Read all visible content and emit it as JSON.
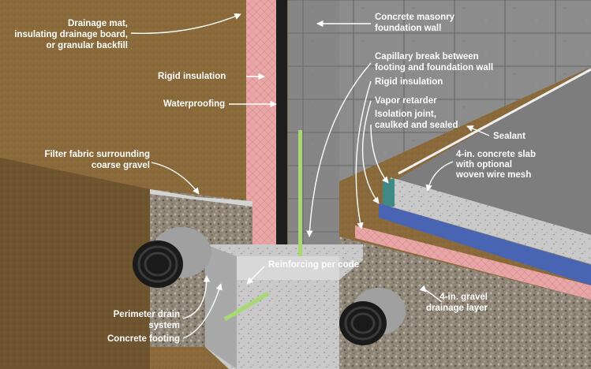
{
  "labels": {
    "drainage_mat_1": "Drainage mat,",
    "drainage_mat_2": "insulating drainage board,",
    "drainage_mat_3": "or granular backfill",
    "rigid_insulation_left": "Rigid insulation",
    "waterproofing": "Waterproofing",
    "filter_fabric_1": "Filter fabric surrounding",
    "filter_fabric_2": "coarse gravel",
    "perimeter_drain_1": "Perimeter drain",
    "perimeter_drain_2": "system",
    "concrete_footing": "Concrete footing",
    "masonry_wall_1": "Concrete masonry",
    "masonry_wall_2": "foundation wall",
    "capillary_break_1": "Capillary break between",
    "capillary_break_2": "footing and foundation wall",
    "rigid_insulation_right": "Rigid insulation",
    "vapor_retarder": "Vapor retarder",
    "isolation_joint_1": "Isolation joint,",
    "isolation_joint_2": "caulked and sealed",
    "sealant": "Sealant",
    "slab_1": "4-in. concrete slab",
    "slab_2": "with optional",
    "slab_3": "woven wire mesh",
    "reinforcing": "Reinforcing per code",
    "gravel_1": "4-in. gravel",
    "gravel_2": "drainage layer"
  },
  "colors": {
    "soil": "#8a6a3a",
    "soil_dark": "#6e5228",
    "pink_insulation": "#e8a6a6",
    "waterproofing": "#1e1e1e",
    "block": "#8c8c8c",
    "concrete": "#c9c9c9",
    "slab_top": "#7d7d7d",
    "vapor": "#4a64b4",
    "rebar": "#a8d870",
    "gravel": "#8f8678",
    "pipe": "#1a1a1a"
  }
}
